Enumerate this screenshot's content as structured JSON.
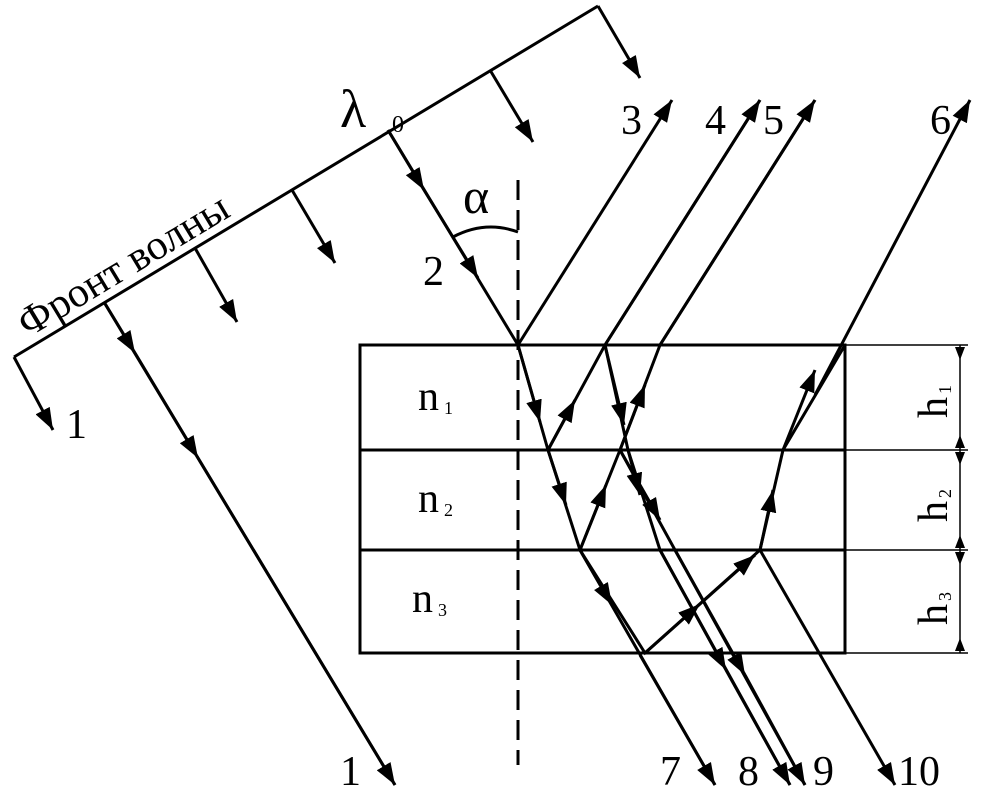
{
  "diagram": {
    "wavefront_label": "Фронт волны",
    "wavelength_symbol": "λ",
    "wavelength_subscript": "0",
    "angle_symbol": "α",
    "media": [
      {
        "symbol": "n",
        "index": "1"
      },
      {
        "symbol": "n",
        "index": "2"
      },
      {
        "symbol": "n",
        "index": "3"
      }
    ],
    "thicknesses": [
      {
        "symbol": "h",
        "index": "1"
      },
      {
        "symbol": "h",
        "index": "2"
      },
      {
        "symbol": "h",
        "index": "3"
      }
    ],
    "ray_numbers": {
      "r1_left": "1",
      "r1_bottom": "1",
      "r2": "2",
      "r3": "3",
      "r4": "4",
      "r5": "5",
      "r6": "6",
      "r7": "7",
      "r8": "8",
      "r9": "9",
      "r10": "10"
    },
    "line_color": "#000000",
    "background_color": "#ffffff"
  }
}
